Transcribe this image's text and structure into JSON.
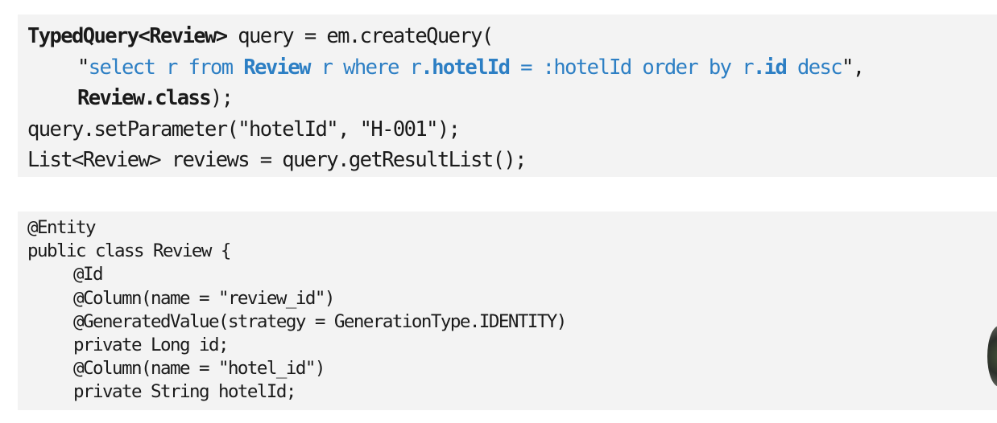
{
  "block1": {
    "lines": [
      {
        "t1": "TypedQuery<Review>",
        "t2": " query = em.createQuery("
      },
      {
        "q1": "\"",
        "s1": "select r from ",
        "s2": "Review",
        "s3": " r where r",
        "s4": ".hotelId",
        "s5": " = :hotelId order by r",
        "s6": ".id",
        "s7": " desc",
        "q2": "\"",
        "c": ","
      },
      {
        "t1": "Review.class",
        "t2": ");"
      },
      {
        "t": "query.setParameter(\"hotelId\", \"H-001\");"
      },
      {
        "t": "List<Review> reviews = query.getResultList();"
      }
    ]
  },
  "block2": {
    "lines": [
      "@Entity",
      "public class Review {",
      "@Id",
      "@Column(name = \"review_id\")",
      "@GeneratedValue(strategy = GenerationType.IDENTITY)",
      "private Long id;",
      "@Column(name = \"hotel_id\")",
      "private String hotelId;"
    ]
  },
  "colors": {
    "block_background": "#f3f3f3",
    "string_blue": "#2d7fc4",
    "text": "#1a1a1a"
  }
}
